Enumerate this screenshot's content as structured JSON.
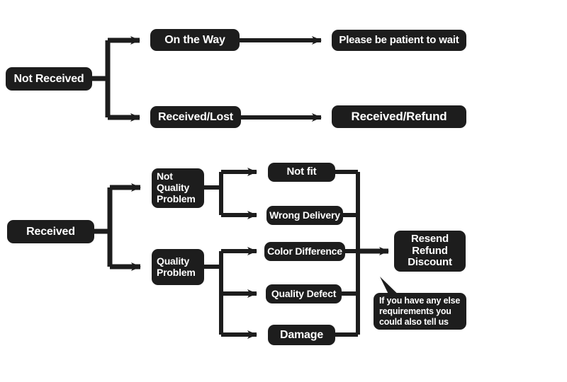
{
  "diagram": {
    "title_present": false,
    "background_color": "#ffffff",
    "node_fill": "#1d1d1d",
    "node_text_color": "#ffffff",
    "connector_color": "#1d1d1d"
  },
  "branches": {
    "not_received": {
      "root": {
        "label": "Not Received"
      },
      "children": [
        {
          "label": "On the Way",
          "outcome": {
            "label": "Please be patient to wait"
          }
        },
        {
          "label": "Received/Lost",
          "outcome": {
            "label": "Received/Refund"
          }
        }
      ]
    },
    "received": {
      "root": {
        "label": "Received"
      },
      "categories": [
        {
          "label_lines": [
            "Not",
            "Quality",
            "Problem"
          ],
          "label": "Not Quality Problem",
          "reasons": [
            {
              "label": "Not fit"
            },
            {
              "label": "Wrong Delivery"
            }
          ]
        },
        {
          "label_lines": [
            "Quality",
            "Problem"
          ],
          "label": "Quality Problem",
          "reasons": [
            {
              "label": "Color Difference"
            },
            {
              "label": "Quality Defect"
            },
            {
              "label": "Damage"
            }
          ]
        }
      ],
      "outcome": {
        "label": "Resend Refund Discount",
        "lines": [
          "Resend",
          "Refund",
          "Discount"
        ]
      },
      "callout": {
        "label": "If you have any else requirements you could also tell us",
        "lines": [
          "If you have any else",
          "requirements you",
          "could also tell us"
        ]
      }
    }
  },
  "nodes": {
    "not_received": "Not Received",
    "on_the_way": "On the Way",
    "received_lost": "Received/Lost",
    "please_wait": "Please be patient to wait",
    "received_refund": "Received/Refund",
    "received": "Received",
    "not_quality_l1": "Not",
    "not_quality_l2": "Quality",
    "not_quality_l3": "Problem",
    "quality_l1": "Quality",
    "quality_l2": "Problem",
    "not_fit": "Not fit",
    "wrong_delivery": "Wrong Delivery",
    "color_difference": "Color Difference",
    "quality_defect": "Quality Defect",
    "damage": "Damage",
    "outcome_l1": "Resend",
    "outcome_l2": "Refund",
    "outcome_l3": "Discount",
    "callout_l1": "If you have any else",
    "callout_l2": "requirements you",
    "callout_l3": "could also tell us"
  }
}
